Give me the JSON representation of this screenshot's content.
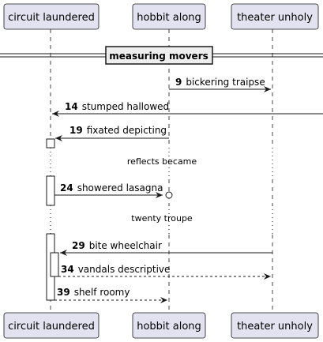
{
  "participants": [
    {
      "id": "circuit",
      "label": "circuit laundered"
    },
    {
      "id": "hobbit",
      "label": "hobbit along"
    },
    {
      "id": "theater",
      "label": "theater unholy"
    }
  ],
  "group": {
    "label": "measuring movers"
  },
  "messages": [
    {
      "num": "9",
      "text": "bickering traipse",
      "from": "hobbit",
      "to": "theater",
      "style": "solid"
    },
    {
      "num": "14",
      "text": "stumped hallowed",
      "from": "offscreen-right",
      "to": "circuit",
      "style": "solid"
    },
    {
      "num": "19",
      "text": "fixated depicting",
      "from": "hobbit",
      "to": "circuit",
      "style": "solid"
    },
    {
      "num": "24",
      "text": "showered lasagna",
      "from": "circuit",
      "to": "hobbit",
      "style": "solid",
      "end": "lost-circle"
    },
    {
      "num": "29",
      "text": "bite wheelchair",
      "from": "theater",
      "to": "circuit",
      "style": "solid"
    },
    {
      "num": "34",
      "text": "vandals descriptive",
      "from": "circuit",
      "to": "theater",
      "style": "dashed"
    },
    {
      "num": "39",
      "text": "shelf roomy",
      "from": "circuit",
      "to": "hobbit",
      "style": "dashed"
    }
  ],
  "delays": [
    {
      "text": "reflects became"
    },
    {
      "text": "twenty troupe"
    }
  ],
  "colors": {
    "participant_fill": "#E2E2F0",
    "participant_border": "#181818",
    "lifeline": "#181818",
    "activation_fill": "#ffffff",
    "arrow": "#181818"
  }
}
